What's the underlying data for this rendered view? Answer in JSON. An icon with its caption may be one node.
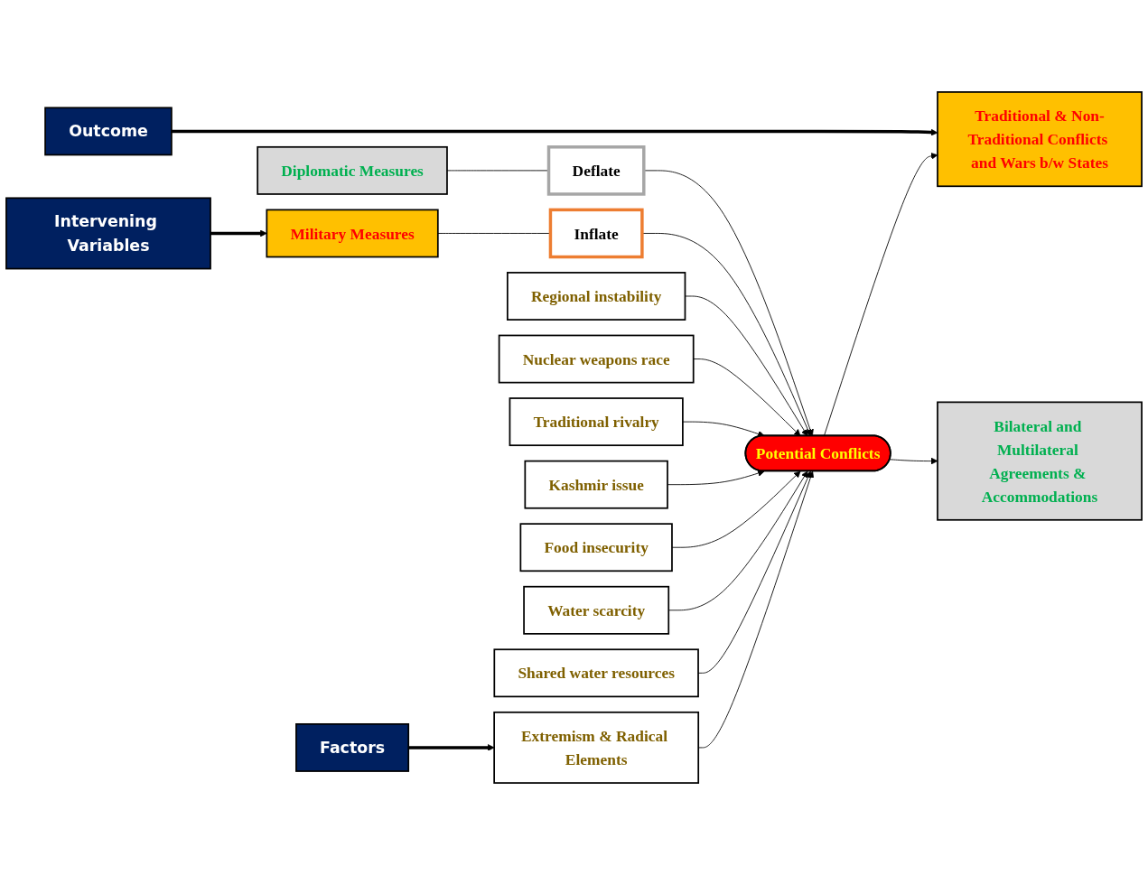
{
  "diagram": {
    "nodes": [
      {
        "text": [
          "Factors"
        ]
      },
      {
        "text": [
          "Extremism & Radical Elements"
        ]
      },
      {
        "text": [
          "Shared water resources"
        ]
      },
      {
        "text": [
          "Water scarcity"
        ]
      },
      {
        "text": [
          "Food insecurity"
        ]
      },
      {
        "text": [
          "Kashmir issue"
        ]
      },
      {
        "text": [
          "Traditional rivalry"
        ]
      },
      {
        "text": [
          "Nuclear weapons race"
        ]
      },
      {
        "text": [
          "Regional instability"
        ]
      },
      {
        "text": [
          "Intervening Variables"
        ]
      },
      {
        "text": [
          "Military Measures"
        ]
      },
      {
        "text": [
          "Potential Conflicts"
        ]
      },
      {
        "text": [
          "Inflate"
        ]
      },
      {
        "text": [
          "Deflate"
        ]
      },
      {
        "text": [
          "Diplomatic Measures"
        ]
      },
      {
        "text": [
          "Outcome"
        ]
      },
      {
        "text": [
          "Traditional & Non-Traditional Conflicts and Wars b/w States"
        ]
      },
      {
        "text": [
          "Bilateral and Multilateral Agreements & Accommodations"
        ]
      }
    ],
    "edges": [
      {
        "from": 0,
        "to": 1,
        "arrow": "to",
        "style": "thick"
      },
      {
        "from": 1,
        "to": 11,
        "arrow": "to"
      },
      {
        "from": 2,
        "to": 11,
        "arrow": "to"
      },
      {
        "from": 3,
        "to": 11,
        "arrow": "to"
      },
      {
        "from": 4,
        "to": 11,
        "arrow": "to"
      },
      {
        "from": 5,
        "to": 11,
        "arrow": "to"
      },
      {
        "from": 6,
        "to": 11,
        "arrow": "to"
      },
      {
        "from": 7,
        "to": 11,
        "arrow": "to"
      },
      {
        "from": 8,
        "to": 11,
        "arrow": "to"
      },
      {
        "from": 9,
        "to": 10,
        "arrow": "to",
        "style": "thick"
      },
      {
        "from": 10,
        "to": 12,
        "arrow": "none"
      },
      {
        "from": 12,
        "to": 11,
        "arrow": "to"
      },
      {
        "from": 14,
        "to": 13,
        "arrow": "none"
      },
      {
        "from": 13,
        "to": 11,
        "arrow": "to"
      },
      {
        "from": 11,
        "to": 16,
        "arrow": "to"
      },
      {
        "from": 11,
        "to": 17,
        "arrow": "to"
      },
      {
        "from": 15,
        "to": 16,
        "arrow": "to",
        "style": "thick"
      }
    ]
  }
}
